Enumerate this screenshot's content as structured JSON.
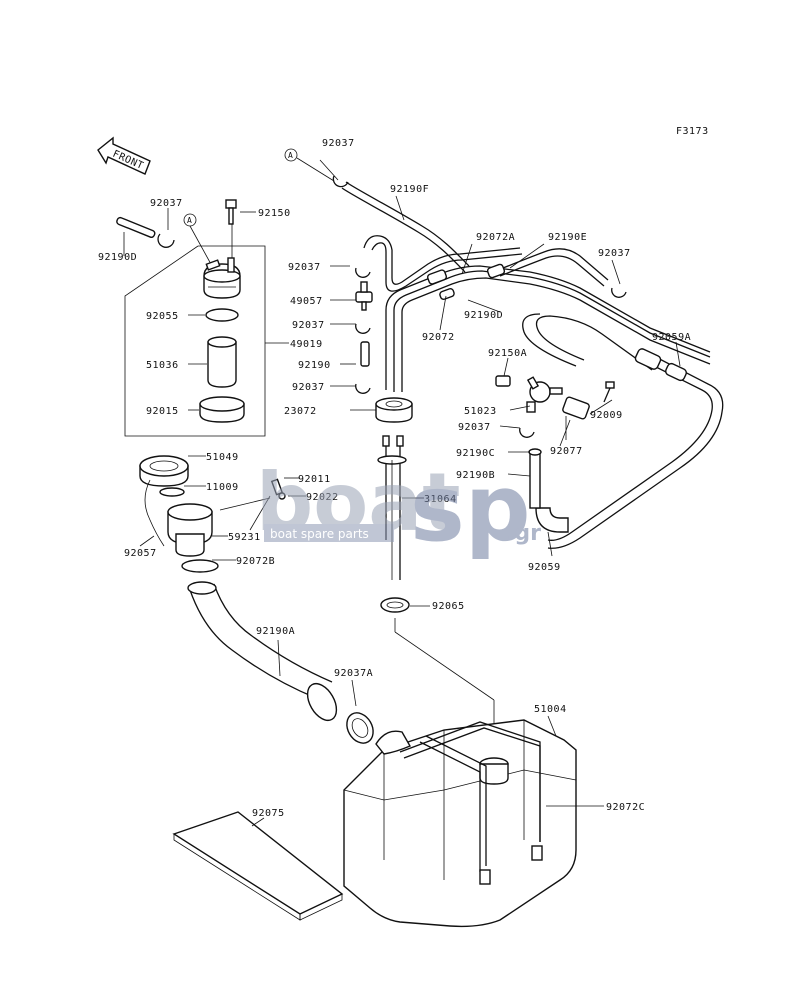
{
  "figure_code": "F3173",
  "front_label": "FRONT",
  "ref_marker": "A",
  "watermark": {
    "brand_a": "boat",
    "brand_b": "sp",
    "tagline": "boat spare parts",
    "suffix": ".gr"
  },
  "callouts": {
    "c_92037_top": "92037",
    "c_92190F": "92190F",
    "c_92037_left": "92037",
    "c_92150": "92150",
    "c_92190D_left": "92190D",
    "c_92072A": "92072A",
    "c_92190E": "92190E",
    "c_92037_right": "92037",
    "c_92037_mid1": "92037",
    "c_49057": "49057",
    "c_92037_mid2": "92037",
    "c_92072": "92072",
    "c_92190D_right": "92190D",
    "c_92059A": "92059A",
    "c_92055": "92055",
    "c_49019": "49019",
    "c_51036": "51036",
    "c_92190": "92190",
    "c_92150A": "92150A",
    "c_92037_mid3": "92037",
    "c_92015": "92015",
    "c_23072": "23072",
    "c_51023": "51023",
    "c_92009": "92009",
    "c_92037_mid4": "92037",
    "c_92077": "92077",
    "c_92190C": "92190C",
    "c_51049": "51049",
    "c_92011": "92011",
    "c_92190B": "92190B",
    "c_11009": "11009",
    "c_92022": "92022",
    "c_31064": "31064",
    "c_59231": "59231",
    "c_92057": "92057",
    "c_92072B": "92072B",
    "c_92059": "92059",
    "c_92065": "92065",
    "c_92190A": "92190A",
    "c_92037A": "92037A",
    "c_51004": "51004",
    "c_92072C": "92072C",
    "c_92075": "92075"
  }
}
